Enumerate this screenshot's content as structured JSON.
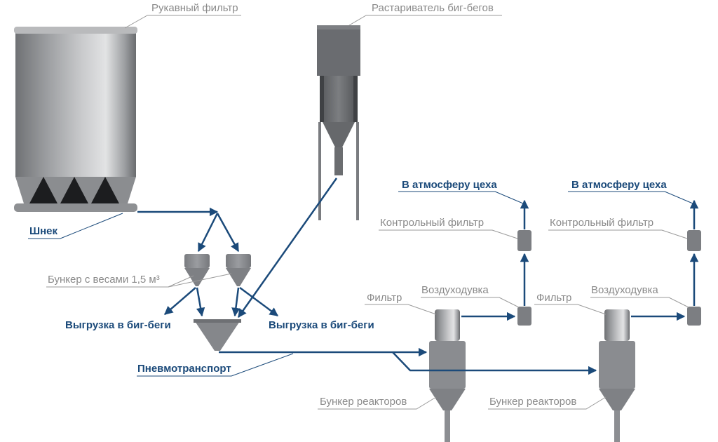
{
  "diagram": {
    "title": "",
    "colors": {
      "flow_arrow": "#1b4a7a",
      "leader_line": "#9a9a9a",
      "equipment": "#8c8d90",
      "label_gray": "#8a8a8a",
      "label_blue": "#1b4a7a"
    },
    "equipment_labels": {
      "bag_filter": "Рукавный фильтр",
      "bigbag_unloader": "Растариватель биг-бегов",
      "screw": "Шнек",
      "weigh_hopper": "Бункер с весами 1,5 м³",
      "pneumo": "Пневмотранспорт",
      "filter_1": "Фильтр",
      "filter_2": "Фильтр",
      "blower_1": "Воздуходувка",
      "blower_2": "Воздуходувка",
      "control_filter_1": "Контрольный фильтр",
      "control_filter_2": "Контрольный фильтр",
      "reactor_hopper_1": "Бункер реакторов",
      "reactor_hopper_2": "Бункер реакторов"
    },
    "flow_labels": {
      "unload_left": "Выгрузка в биг-беги",
      "unload_right": "Выгрузка в биг-беги",
      "to_atmosphere_1": "В атмосферу цеха",
      "to_atmosphere_2": "В атмосферу цеха"
    },
    "nodes": [
      {
        "id": "bag_filter",
        "label": "Рукавный фильтр"
      },
      {
        "id": "screw",
        "label": "Шнек"
      },
      {
        "id": "weigh_hopper_a",
        "label": "Бункер с весами 1,5 м³"
      },
      {
        "id": "weigh_hopper_b",
        "label": "Бункер с весами 1,5 м³"
      },
      {
        "id": "bigbag_unloader",
        "label": "Растариватель биг-бегов"
      },
      {
        "id": "pneumo_hopper",
        "label": "Пневмотранспорт"
      },
      {
        "id": "reactor_1",
        "label": "Бункер реакторов"
      },
      {
        "id": "reactor_2",
        "label": "Бункер реакторов"
      },
      {
        "id": "filter_1",
        "label": "Фильтр"
      },
      {
        "id": "filter_2",
        "label": "Фильтр"
      },
      {
        "id": "blower_1",
        "label": "Воздуходувка"
      },
      {
        "id": "blower_2",
        "label": "Воздуходувка"
      },
      {
        "id": "control_filter_1",
        "label": "Контрольный фильтр"
      },
      {
        "id": "control_filter_2",
        "label": "Контрольный фильтр"
      }
    ],
    "edges": [
      {
        "from": "bag_filter",
        "to": "screw"
      },
      {
        "from": "screw",
        "to": "weigh_hopper_a"
      },
      {
        "from": "screw",
        "to": "weigh_hopper_b"
      },
      {
        "from": "weigh_hopper_a",
        "to": "unload_left"
      },
      {
        "from": "weigh_hopper_a",
        "to": "pneumo_hopper"
      },
      {
        "from": "weigh_hopper_b",
        "to": "pneumo_hopper"
      },
      {
        "from": "weigh_hopper_b",
        "to": "unload_right"
      },
      {
        "from": "bigbag_unloader",
        "to": "pneumo_hopper"
      },
      {
        "from": "pneumo_hopper",
        "to": "reactor_1"
      },
      {
        "from": "pneumo_hopper",
        "to": "reactor_2"
      },
      {
        "from": "filter_1",
        "to": "blower_1"
      },
      {
        "from": "blower_1",
        "to": "control_filter_1"
      },
      {
        "from": "control_filter_1",
        "to": "to_atmosphere_1"
      },
      {
        "from": "filter_2",
        "to": "blower_2"
      },
      {
        "from": "blower_2",
        "to": "control_filter_2"
      },
      {
        "from": "control_filter_2",
        "to": "to_atmosphere_2"
      }
    ]
  }
}
